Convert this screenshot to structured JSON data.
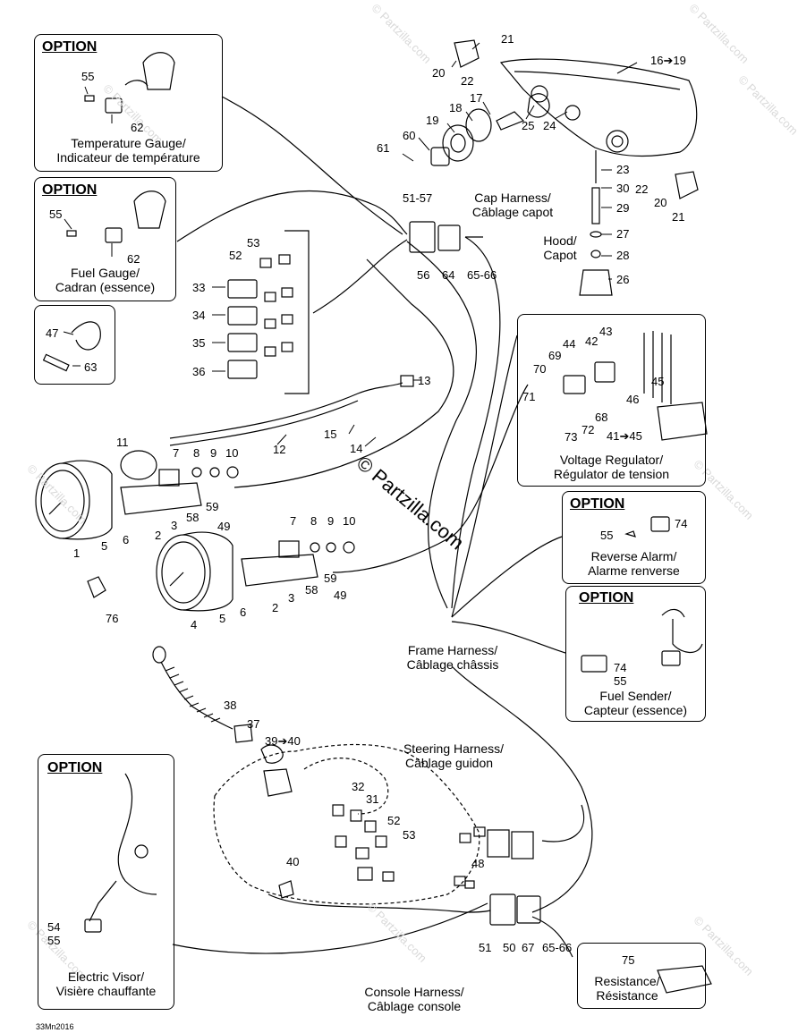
{
  "watermark": "© Partzilla.com",
  "center_watermark": "© Partzilla.com",
  "ref_code": "33Mn2016",
  "options": {
    "temp_gauge": {
      "title": "OPTION",
      "caption_en": "Temperature Gauge/",
      "caption_fr": "Indicateur de température",
      "n1": "55",
      "n2": "62"
    },
    "fuel_gauge": {
      "title": "OPTION",
      "caption_en": "Fuel Gauge/",
      "caption_fr": "Cadran (essence)",
      "n1": "55",
      "n2": "62"
    },
    "reverse_alarm": {
      "title": "OPTION",
      "caption_en": "Reverse Alarm/",
      "caption_fr": "Alarme renverse",
      "n1": "55",
      "n2": "74"
    },
    "fuel_sender": {
      "title": "OPTION",
      "caption_en": "Fuel Sender/",
      "caption_fr": "Capteur (essence)",
      "n1": "74",
      "n2": "55"
    },
    "electric_visor": {
      "title": "OPTION",
      "caption_en": "Electric Visor/",
      "caption_fr": "Visière chauffante",
      "n1": "54",
      "n2": "55"
    }
  },
  "ties": {
    "n1": "47",
    "n2": "63"
  },
  "switches": {
    "n53": "53",
    "n52": "52",
    "n33": "33",
    "n34": "34",
    "n35": "35",
    "n36": "36"
  },
  "voltage_regulator": {
    "caption_en": "Voltage Regulator/",
    "caption_fr": "Régulator de tension",
    "labels": [
      "43",
      "42",
      "44",
      "69",
      "70",
      "71",
      "45",
      "46",
      "68",
      "73",
      "72",
      "41➔45"
    ]
  },
  "resistance": {
    "caption_en": "Resistance/",
    "caption_fr": "Résistance",
    "n": "75"
  },
  "harness": {
    "cap_en": "Cap Harness/",
    "cap_fr": "Câblage capot",
    "frame_en": "Frame Harness/",
    "frame_fr": "Câblage châssis",
    "steering_en": "Steering Harness/",
    "steering_fr": "Câblage guidon",
    "console_en": "Console Harness/",
    "console_fr": "Câblage console",
    "hood_en": "Hood/",
    "hood_fr": "Capot"
  },
  "callouts": {
    "c21a": "21",
    "c20a": "20",
    "c22a": "22",
    "c16": "16➔19",
    "c17": "17",
    "c18": "18",
    "c19": "19",
    "c25": "25",
    "c24": "24",
    "c60": "60",
    "c61": "61",
    "c23": "23",
    "c22b": "22",
    "c30": "30",
    "c20b": "20",
    "c29": "29",
    "c21b": "21",
    "c27": "27",
    "c28": "28",
    "c26": "26",
    "c5157": "51-57",
    "c56": "56",
    "c64": "64",
    "c6566a": "65-66",
    "c13": "13",
    "c12": "12",
    "c15": "15",
    "c14": "14",
    "c11": "11",
    "c7a": "7",
    "c8a": "8",
    "c9a": "9",
    "c10a": "10",
    "c59a": "59",
    "c58a": "58",
    "c49a": "49",
    "c1": "1",
    "c5a": "5",
    "c6a": "6",
    "c2a": "2",
    "c3a": "3",
    "c7b": "7",
    "c8b": "8",
    "c9b": "9",
    "c10b": "10",
    "c59b": "59",
    "c58b": "58",
    "c49b": "49",
    "c4": "4",
    "c5b": "5",
    "c6b": "6",
    "c2b": "2",
    "c3b": "3",
    "c76": "76",
    "c38": "38",
    "c37": "37",
    "c3940": "39➔40",
    "c32": "32",
    "c31": "31",
    "c52": "52",
    "c53": "53",
    "c48": "48",
    "c40": "40",
    "c51": "51",
    "c50": "50",
    "c67": "67",
    "c6566b": "65-66"
  }
}
